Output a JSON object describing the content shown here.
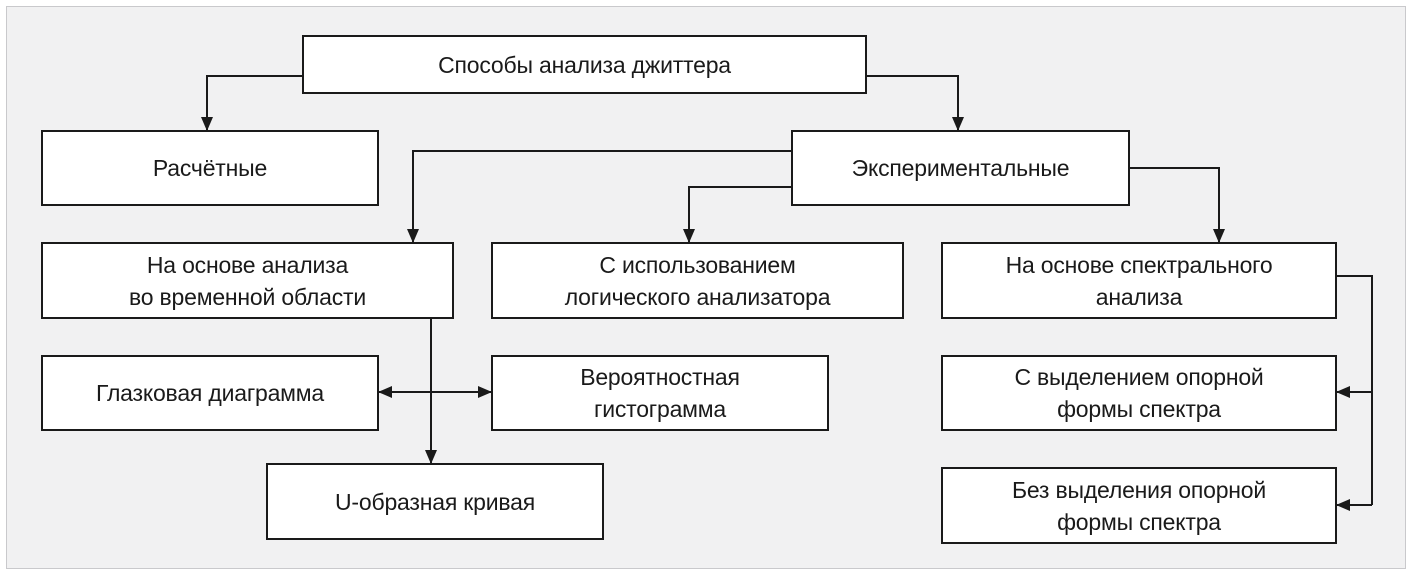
{
  "diagram": {
    "colors": {
      "background": "#f1f1f2",
      "box_fill": "#ffffff",
      "line": "#1a1a1a"
    },
    "nodes": {
      "root": "Способы анализа джиттера",
      "calculated": "Расчётные",
      "experimental": "Экспериментальные",
      "time_domain": "На основе анализа\nво временной области",
      "logic_analyzer": "С использованием\nлогического анализатора",
      "spectral": "На основе спектрального\nанализа",
      "eye_diagram": "Глазковая диаграмма",
      "histogram": "Вероятностная\nгистограмма",
      "u_curve": "U-образная кривая",
      "with_reference": "С выделением опорной\nформы спектра",
      "without_reference": "Без выделения опорной\nформы спектра"
    }
  }
}
